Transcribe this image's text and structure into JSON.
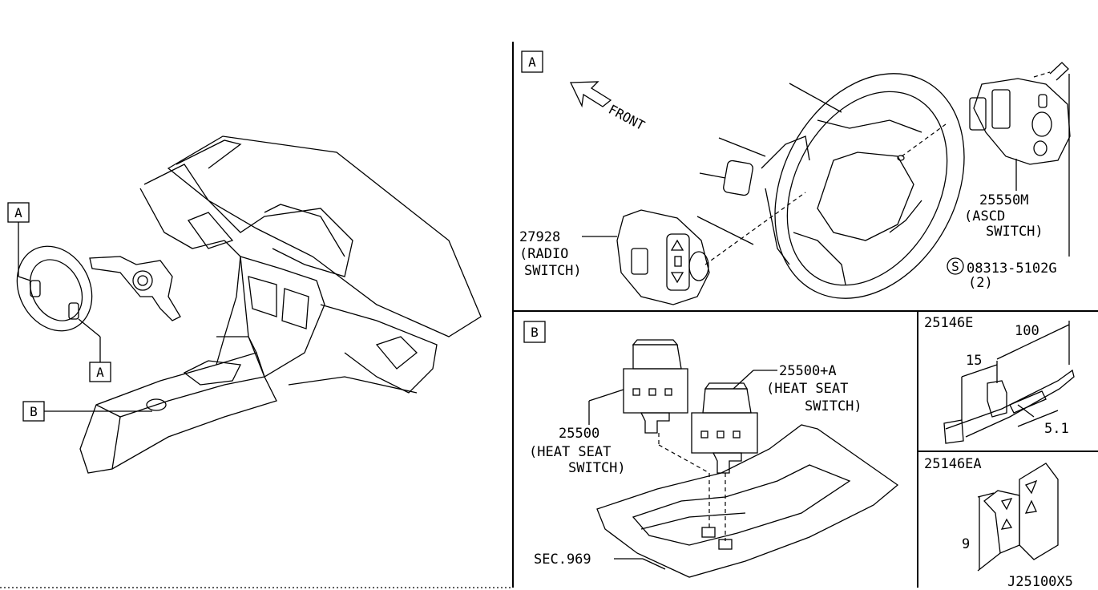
{
  "callouts": {
    "left_a_top": "A",
    "left_a_bottom": "A",
    "left_b": "B",
    "panel_a": "A",
    "panel_b": "B"
  },
  "labels": {
    "front": "FRONT",
    "radio_no": "27928",
    "radio_l1": "(RADIO",
    "radio_l2": "SWITCH)",
    "ascd_no": "25550M",
    "ascd_l1": "(ASCD",
    "ascd_l2": "SWITCH)",
    "screw_s": "S",
    "screw_no": "08313-5102G",
    "screw_qty": "(2)",
    "heat_no": "25500",
    "heat_l1": "(HEAT SEAT",
    "heat_l2": "SWITCH)",
    "heat_a_no": "25500+A",
    "heat_a_l1": "(HEAT SEAT",
    "heat_a_l2": "SWITCH)",
    "sec": "SEC.969",
    "clip_e": "25146E",
    "dim_100": "100",
    "dim_15": "15",
    "dim_51": "5.1",
    "clip_ea": "25146EA",
    "dim_9": "9",
    "diagram_id": "J25100X5"
  },
  "colors": {
    "line": "#000000",
    "background": "#ffffff"
  }
}
